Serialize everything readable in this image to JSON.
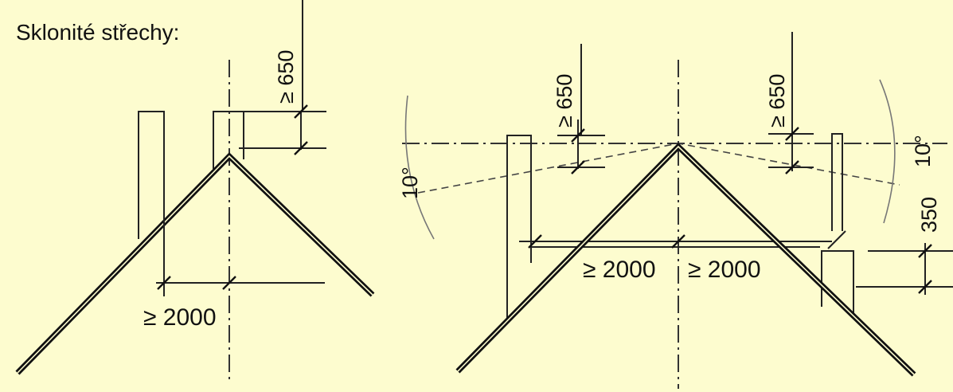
{
  "title": "Sklonité střechy:",
  "labels": {
    "left_height": "≥ 650",
    "left_distance": "≥ 2000",
    "right_height_left": "≥ 650",
    "right_height_right": "≥ 650",
    "right_angle_left": "10°",
    "right_angle_right": "10°",
    "right_distance_left": "≥ 2000",
    "right_distance_right": "≥ 2000",
    "right_clearance": "350"
  },
  "colors": {
    "background": "#fdfccf",
    "line": "#111111"
  }
}
